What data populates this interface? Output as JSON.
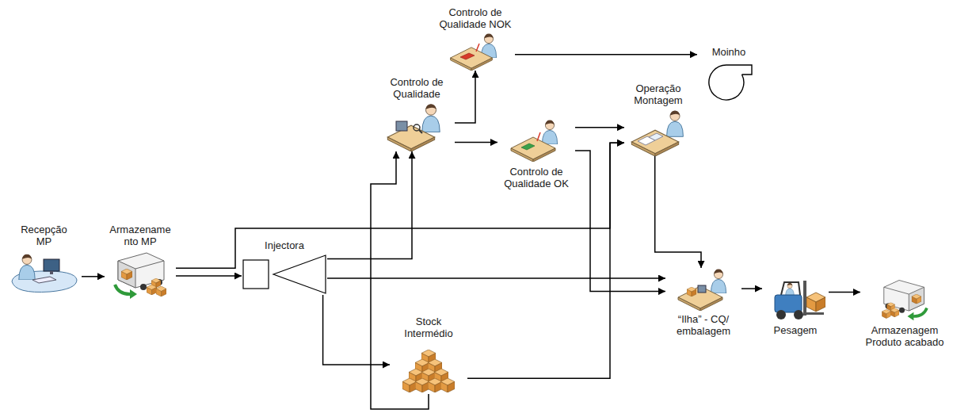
{
  "diagram": {
    "nodes": [
      {
        "text": [
          "Recepção MP"
        ]
      },
      {
        "text": [
          "Armazename nto MP"
        ]
      },
      {
        "text": [
          "Injectora"
        ]
      },
      {
        "text": [
          "Controlo de Qualidade"
        ]
      },
      {
        "text": [
          "Controlo de Qualidade NOK"
        ]
      },
      {
        "text": [
          "Moinho"
        ]
      },
      {
        "text": [
          "Controlo de Qualidade OK"
        ]
      },
      {
        "text": [
          "Operação Montagem"
        ]
      },
      {
        "text": [
          "Stock Intermédio"
        ]
      },
      {
        "text": [
          "“Ilha” - CQ/ embalagem"
        ]
      },
      {
        "text": [
          "Pesagem"
        ]
      },
      {
        "text": [
          "Armazenagem Produto acabado"
        ]
      }
    ],
    "edges": [
      {
        "from": 0,
        "to": 1,
        "arrow": "to"
      },
      {
        "from": 1,
        "to": 2,
        "arrow": "to"
      },
      {
        "from": 1,
        "to": 7,
        "arrow": "to"
      },
      {
        "from": 2,
        "to": 3,
        "arrow": "to"
      },
      {
        "from": 2,
        "to": 8,
        "arrow": "to"
      },
      {
        "from": 2,
        "to": 9,
        "arrow": "to"
      },
      {
        "from": 3,
        "to": 4,
        "arrow": "to"
      },
      {
        "from": 3,
        "to": 6,
        "arrow": "to"
      },
      {
        "from": 4,
        "to": 5,
        "arrow": "to"
      },
      {
        "from": 6,
        "to": 7,
        "arrow": "to"
      },
      {
        "from": 6,
        "to": 9,
        "arrow": "to"
      },
      {
        "from": 7,
        "to": 9,
        "arrow": "to"
      },
      {
        "from": 8,
        "to": 3,
        "arrow": "to"
      },
      {
        "from": 8,
        "to": 7,
        "arrow": "to"
      },
      {
        "from": 9,
        "to": 10,
        "arrow": "to"
      },
      {
        "from": 10,
        "to": 11,
        "arrow": "to"
      }
    ]
  }
}
